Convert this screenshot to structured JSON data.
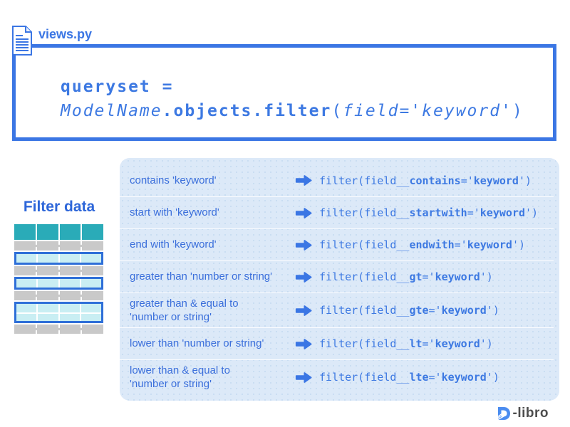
{
  "header": {
    "file_label": "views.py"
  },
  "code_box": {
    "line1": "queryset =",
    "line2": {
      "model": "ModelName",
      "objects_filter": ".objects.filter",
      "open_paren": "(",
      "field": "field=",
      "open_quote": "'",
      "keyword": "keyword",
      "close": "')"
    }
  },
  "filter_section": {
    "title": "Filter data"
  },
  "panel": {
    "code_prefix": "filter(field__",
    "code_equals": "='",
    "code_keyword": "keyword",
    "code_suffix": "')",
    "rows": [
      {
        "desc_line1": "contains 'keyword'",
        "desc_line2": "",
        "lookup": "contains"
      },
      {
        "desc_line1": "start with 'keyword'",
        "desc_line2": "",
        "lookup": "startwith"
      },
      {
        "desc_line1": "end with 'keyword'",
        "desc_line2": "",
        "lookup": "endwith"
      },
      {
        "desc_line1": "greater than 'number or string'",
        "desc_line2": "",
        "lookup": "gt"
      },
      {
        "desc_line1": "greater than & equal to",
        "desc_line2": "'number or string'",
        "lookup": "gte"
      },
      {
        "desc_line1": "lower than 'number or string'",
        "desc_line2": "",
        "lookup": "lt"
      },
      {
        "desc_line1": "lower than & equal to",
        "desc_line2": "'number or string'",
        "lookup": "lte"
      }
    ]
  },
  "logo": {
    "text": "-libro"
  },
  "colors": {
    "accent_blue": "#3b76e4",
    "code_blue": "#3d79e2",
    "panel_bg": "#dce9f8",
    "teal_header": "#2aabb8",
    "row_gray": "#c9c9c9",
    "highlight_cyan": "#c9eef3",
    "highlight_border": "#2e6fd8",
    "desc_blue": "#3b6fdb",
    "logo_text": "#4d4d4d"
  }
}
